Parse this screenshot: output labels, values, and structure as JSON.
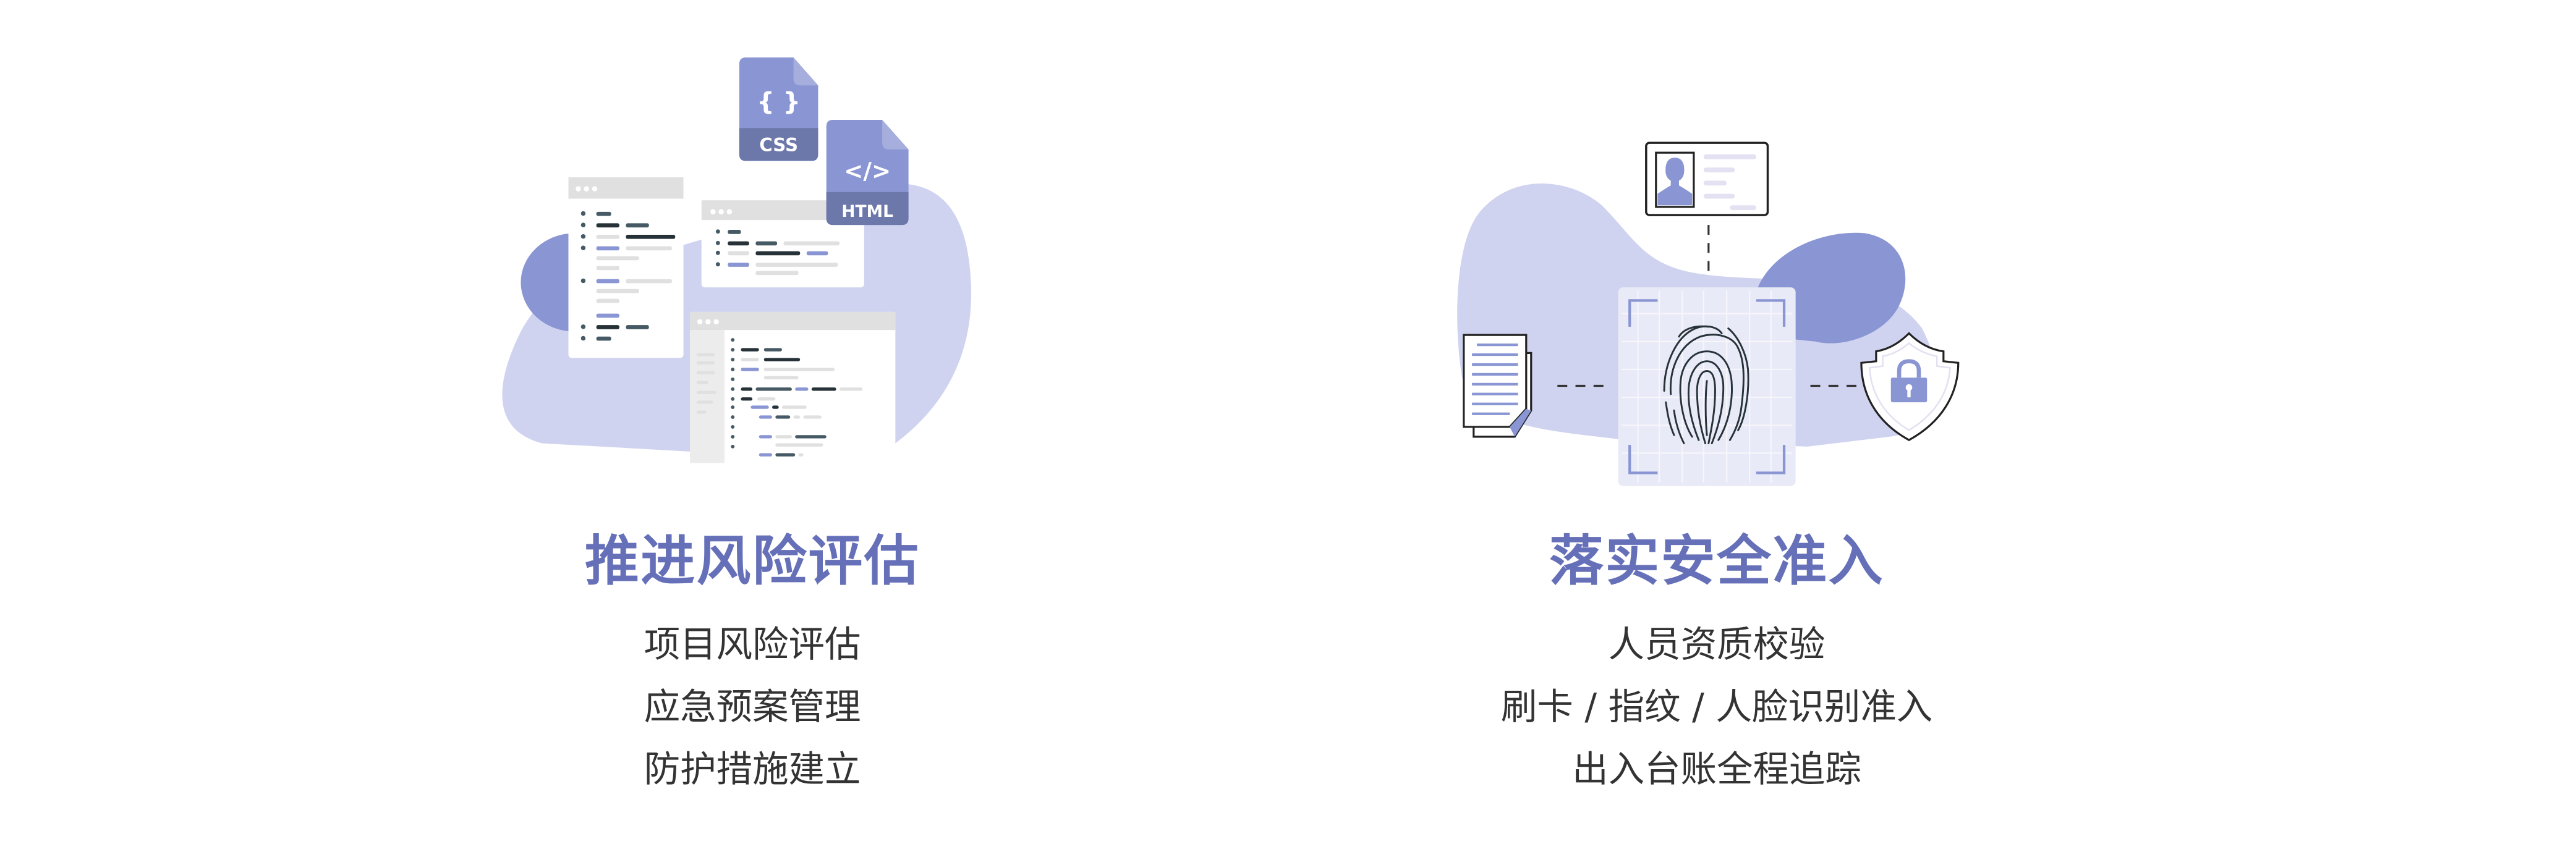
{
  "colors": {
    "accent": "#6570b8",
    "blob_light": "#d0d3f0",
    "blob_dark": "#8a96d3",
    "text": "#333333"
  },
  "left": {
    "title": "推进风险评估",
    "items": [
      "项目风险评估",
      "应急预案管理",
      "防护措施建立"
    ],
    "illustration": {
      "css_label": "CSS",
      "html_label": "HTML",
      "css_glyph": "{ }",
      "html_glyph": "</>"
    }
  },
  "right": {
    "title": "落实安全准入",
    "items": [
      "人员资质校验",
      "刷卡 / 指纹 / 人脸识别准入",
      "出入台账全程追踪"
    ],
    "icons": [
      "id-card-icon",
      "fingerprint-icon",
      "document-icon",
      "shield-lock-icon"
    ]
  }
}
